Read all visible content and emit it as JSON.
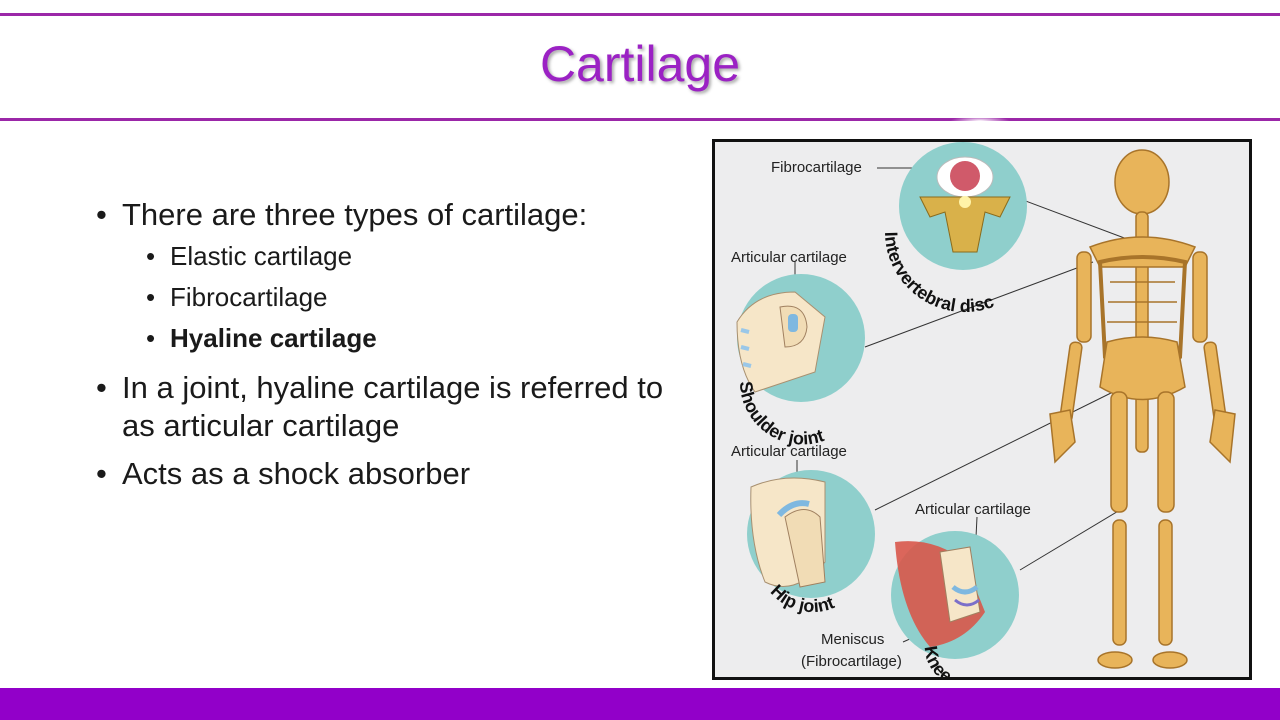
{
  "slide": {
    "title": "Cartilage",
    "bullets": {
      "b1": "There are three types of cartilage:",
      "sub": [
        "Elastic cartilage",
        "Fibrocartilage",
        "Hyaline cartilage"
      ],
      "b2": "In a joint, hyaline cartilage is referred to as articular cartilage",
      "b3": "Acts as a shock absorber"
    },
    "bullet_glyph": "•"
  },
  "figure": {
    "labels": {
      "fibrocartilage": "Fibrocartilage",
      "articular_shoulder": "Articular cartilage",
      "articular_hip": "Articular cartilage",
      "articular_knee": "Articular cartilage",
      "meniscus": "Meniscus",
      "meniscus_sub": "(Fibrocartilage)"
    },
    "captions": {
      "disc": "Intervertebral disc",
      "shoulder": "Shoulder joint",
      "hip": "Hip joint",
      "knee": "Knee"
    }
  },
  "colors": {
    "accent": "#9b22c4",
    "bar": "#9200c9",
    "rule": "#9b27a8",
    "bone": "#e8b45a",
    "circle": "#8fcfcc"
  }
}
